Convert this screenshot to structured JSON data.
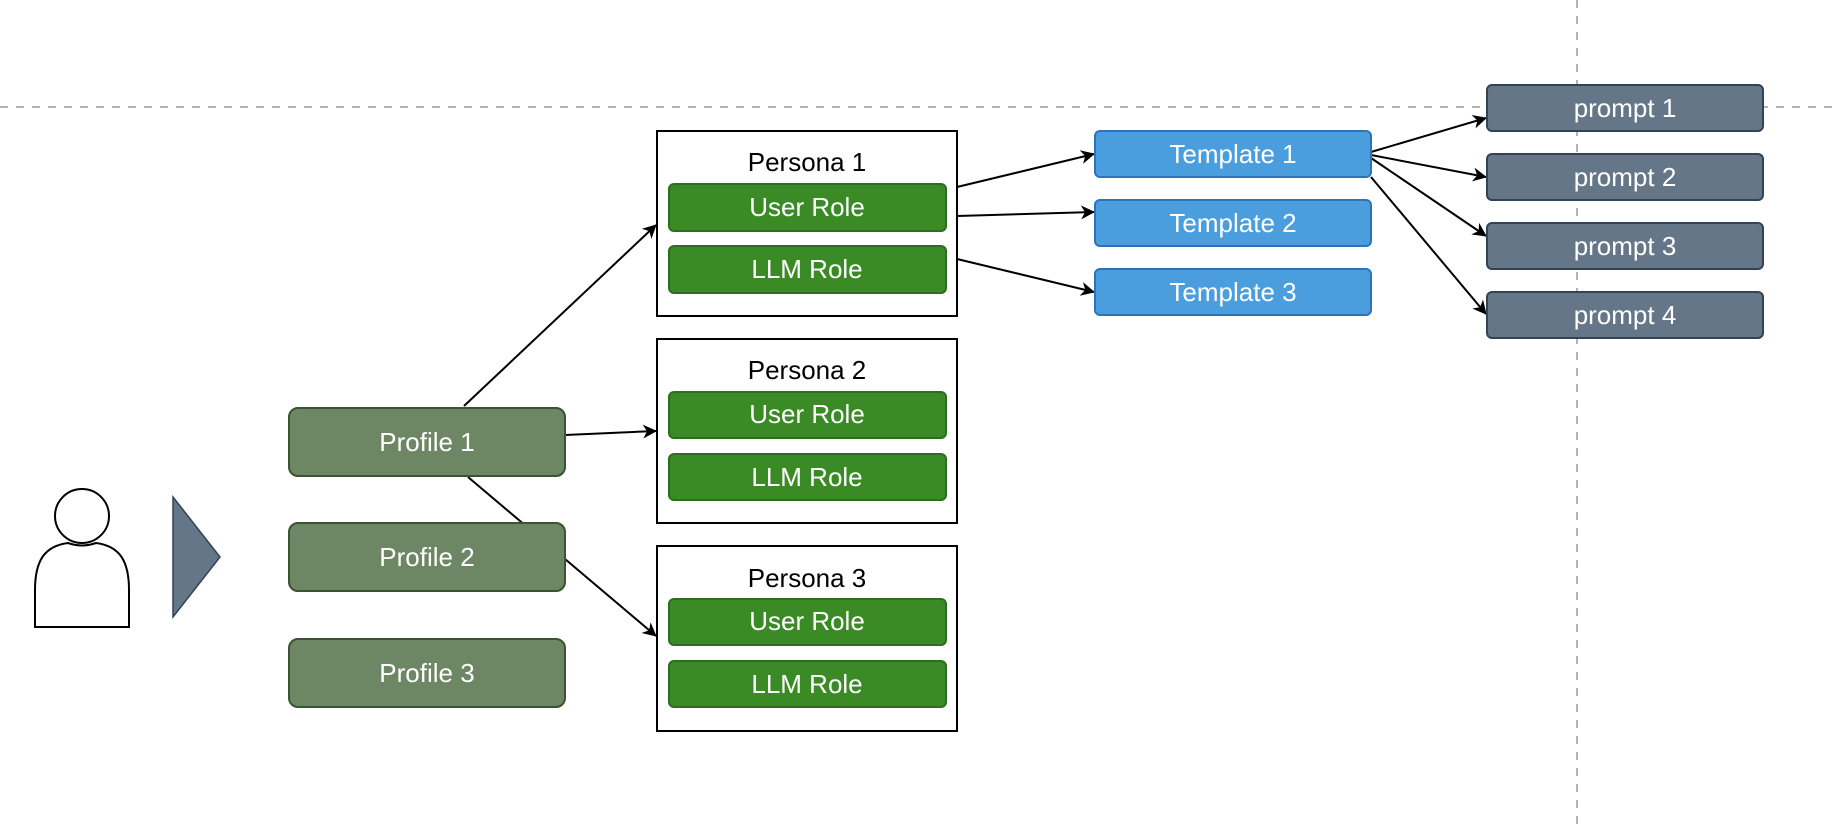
{
  "colors": {
    "profile_fill": "#6d8764",
    "profile_stroke": "#3a5431",
    "role_fill": "#3a8a26",
    "role_stroke": "#2d6e1e",
    "template_fill": "#4a9ede",
    "template_stroke": "#2e73b8",
    "prompt_fill": "#647687",
    "prompt_stroke": "#314354",
    "triangle_fill": "#647687",
    "guide_line": "#b3b3b3",
    "edge": "#000000"
  },
  "icons": {
    "user": "user-icon",
    "triangle": "triangle-marker-icon"
  },
  "profiles": [
    {
      "label": "Profile 1"
    },
    {
      "label": "Profile 2"
    },
    {
      "label": "Profile 3"
    }
  ],
  "personas": [
    {
      "title": "Persona 1",
      "user_role": "User Role",
      "llm_role": "LLM Role"
    },
    {
      "title": "Persona 2",
      "user_role": "User Role",
      "llm_role": "LLM Role"
    },
    {
      "title": "Persona 3",
      "user_role": "User Role",
      "llm_role": "LLM Role"
    }
  ],
  "templates": [
    {
      "label": "Template 1"
    },
    {
      "label": "Template 2"
    },
    {
      "label": "Template 3"
    }
  ],
  "prompts": [
    {
      "label": "prompt 1"
    },
    {
      "label": "prompt 2"
    },
    {
      "label": "prompt 3"
    },
    {
      "label": "prompt 4"
    }
  ]
}
